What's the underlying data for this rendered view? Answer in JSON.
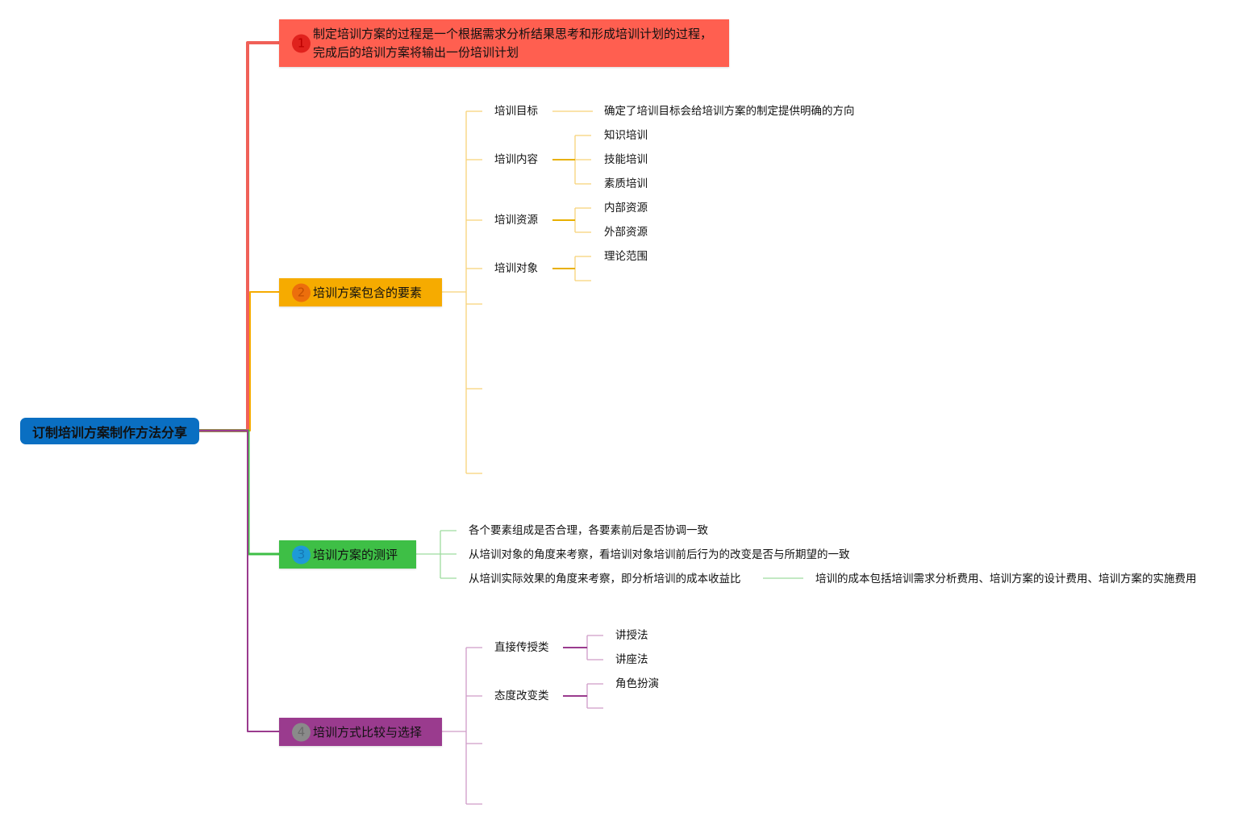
{
  "root": {
    "label": "订制培训方案制作方法分享"
  },
  "branch1": {
    "number": "1",
    "text": "制定培训方案的过程是一个根据需求分析结果思考和形成培训计划的过程，完成后的培训方案将输出一份培训计划"
  },
  "branch2": {
    "number": "2",
    "label": "培训方案包含的要素",
    "items": [
      {
        "label": "培训目标",
        "children": [
          "确定了培训目标会给培训方案的制定提供明确的方向"
        ]
      },
      {
        "label": "培训内容",
        "children": [
          "知识培训",
          "技能培训",
          "素质培训"
        ]
      },
      {
        "label": "培训资源",
        "children": [
          "内部资源",
          "外部资源"
        ]
      },
      {
        "label": "培训对象",
        "children": [
          "理论范围"
        ]
      }
    ]
  },
  "branch3": {
    "number": "3",
    "label": "培训方案的测评",
    "items": [
      "各个要素组成是否合理，各要素前后是否协调一致",
      "从培训对象的角度来考察，看培训对象培训前后行为的改变是否与所期望的一致",
      "从培训实际效果的角度来考察，即分析培训的成本收益比"
    ],
    "detail": "培训的成本包括培训需求分析费用、培训方案的设计费用、培训方案的实施费用"
  },
  "branch4": {
    "number": "4",
    "label": "培训方式比较与选择",
    "items": [
      {
        "label": "直接传授类",
        "children": [
          "讲授法",
          "讲座法"
        ]
      },
      {
        "label": "态度改变类",
        "children": [
          "角色扮演"
        ]
      }
    ]
  },
  "colors": {
    "root": "#0a6fc2",
    "branch1": "#ff5f50",
    "branch2": "#f6ab00",
    "branch3": "#3ebf46",
    "branch4": "#9a3b8e",
    "num1": "#e0221d",
    "num2": "#ec6e0c",
    "num3": "#1e9ad6",
    "num4": "#8a8a8a"
  }
}
